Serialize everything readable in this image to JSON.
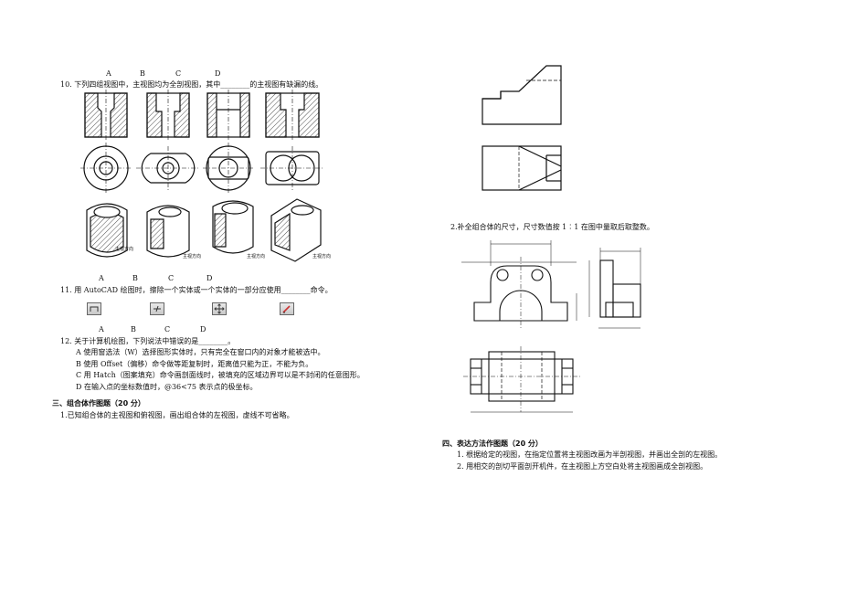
{
  "q10": {
    "options_top": [
      "A",
      "B",
      "C",
      "D"
    ],
    "stem": "10. 下列四组视图中，主视图均为全剖视图，其中________的主视图有缺漏的线。",
    "labels_3d": [
      "主视方向",
      "主视方向",
      "主视方向",
      "主视方向"
    ]
  },
  "q11": {
    "options_top": [
      "A",
      "B",
      "C",
      "D"
    ],
    "stem": "11. 用 AutoCAD 绘图时，擦除一个实体或一个实体的一部分应使用________命令。",
    "icons": [
      "break-icon",
      "trim-icon",
      "move-icon",
      "erase-icon"
    ]
  },
  "q12": {
    "options_top": [
      "A",
      "B",
      "C",
      "D"
    ],
    "stem": "12. 关于计算机绘图，下列说法中错误的是________。",
    "choices": [
      "A 使用窗选法（W）选择图形实体时，只有完全在窗口内的对象才能被选中。",
      "B 使用 Offset（偏移）命令做等距复制时，距离值只能为正，不能为负。",
      "C 用 Hatch（图案填充）命令画剖面线时，被填充的区域边界可以是不封闭的任意图形。",
      "D 在输入点的坐标数值时，@36<75 表示点的极坐标。"
    ]
  },
  "section3": {
    "title": "三、组合体作图题（20 分）",
    "item1": "1.已知组合体的主视图和俯视图，画出组合体的左视图，虚线不可省略。"
  },
  "right": {
    "item2": "2.补全组合体的尺寸，尺寸数值按 1︰1 在图中量取后取整数。"
  },
  "section4": {
    "title": "四、表达方法作图题（20 分）",
    "items": [
      "1. 根据给定的视图，在指定位置将主视图改画为半剖视图，并画出全剖的左视图。",
      "2. 用相交的剖切平面剖开机件，在主视图上方空白处将主视图画成全剖视图。"
    ]
  }
}
